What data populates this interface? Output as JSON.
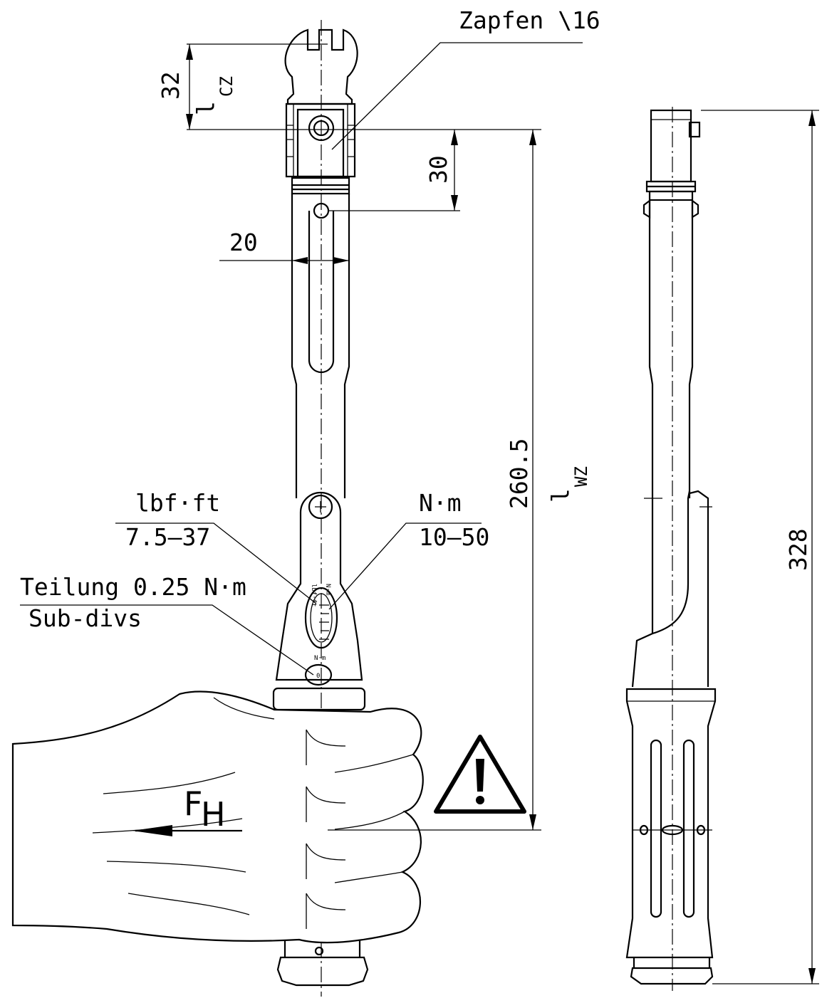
{
  "labels": {
    "zapfen": "Zapfen \\16",
    "dim_32": "32",
    "l_cz_main": "l",
    "l_cz_sub": "CZ",
    "dim_30": "30",
    "dim_20": "20",
    "dim_260_5": "260.5",
    "l_wz_main": "l",
    "l_wz_sub": "WZ",
    "dim_328": "328",
    "lbfft_unit": "lbf·ft",
    "lbfft_range": "7.5–37",
    "nm_unit": "N·m",
    "nm_range": "10–50",
    "teilung": "Teilung 0.25 N·m",
    "subdivs": "Sub-divs",
    "force_main": "F",
    "force_sub": "H"
  },
  "scale_marks": {
    "nm": "N·m",
    "lbfft": "lbf·ft",
    "nm_small": "N·m",
    "zero": "0"
  },
  "icons": {
    "warning": "warning-triangle-icon"
  }
}
